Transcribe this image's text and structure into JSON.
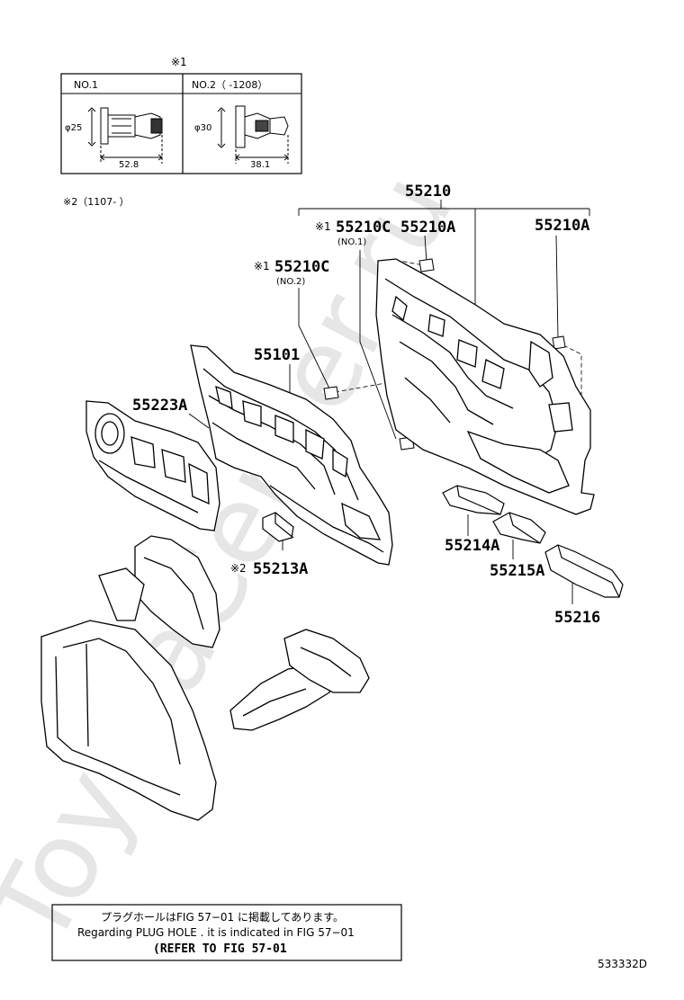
{
  "watermark": "ToyotaCenter.ru",
  "inset": {
    "marker": "※1",
    "no1": {
      "title": "NO.1",
      "diameter": "φ25",
      "length": "52.8"
    },
    "no2": {
      "title": "NO.2（      -1208）",
      "diameter": "φ30",
      "length": "38.1"
    }
  },
  "note_star2": "※2（1107-       ）",
  "parts": {
    "p55210": "55210",
    "p55210c_no1": {
      "marker": "※1",
      "code": "55210C",
      "sub": "(NO.1)"
    },
    "p55210a_left": "55210A",
    "p55210a_right": "55210A",
    "p55210c_no2": {
      "marker": "※1",
      "code": "55210C",
      "sub": "(NO.2)"
    },
    "p55101": "55101",
    "p55223a": "55223A",
    "p55213a": {
      "marker": "※2",
      "code": "55213A"
    },
    "p55214a": "55214A",
    "p55215a": "55215A",
    "p55216": "55216"
  },
  "bottom_note": {
    "jp": "プラグホールはFIG 57−01 に掲載してあります。",
    "en": "Regarding  PLUG  HOLE . it is indicated in  FIG  57−01",
    "ref": "(REFER TO FIG 57-01"
  },
  "diagram_id": "533332D"
}
